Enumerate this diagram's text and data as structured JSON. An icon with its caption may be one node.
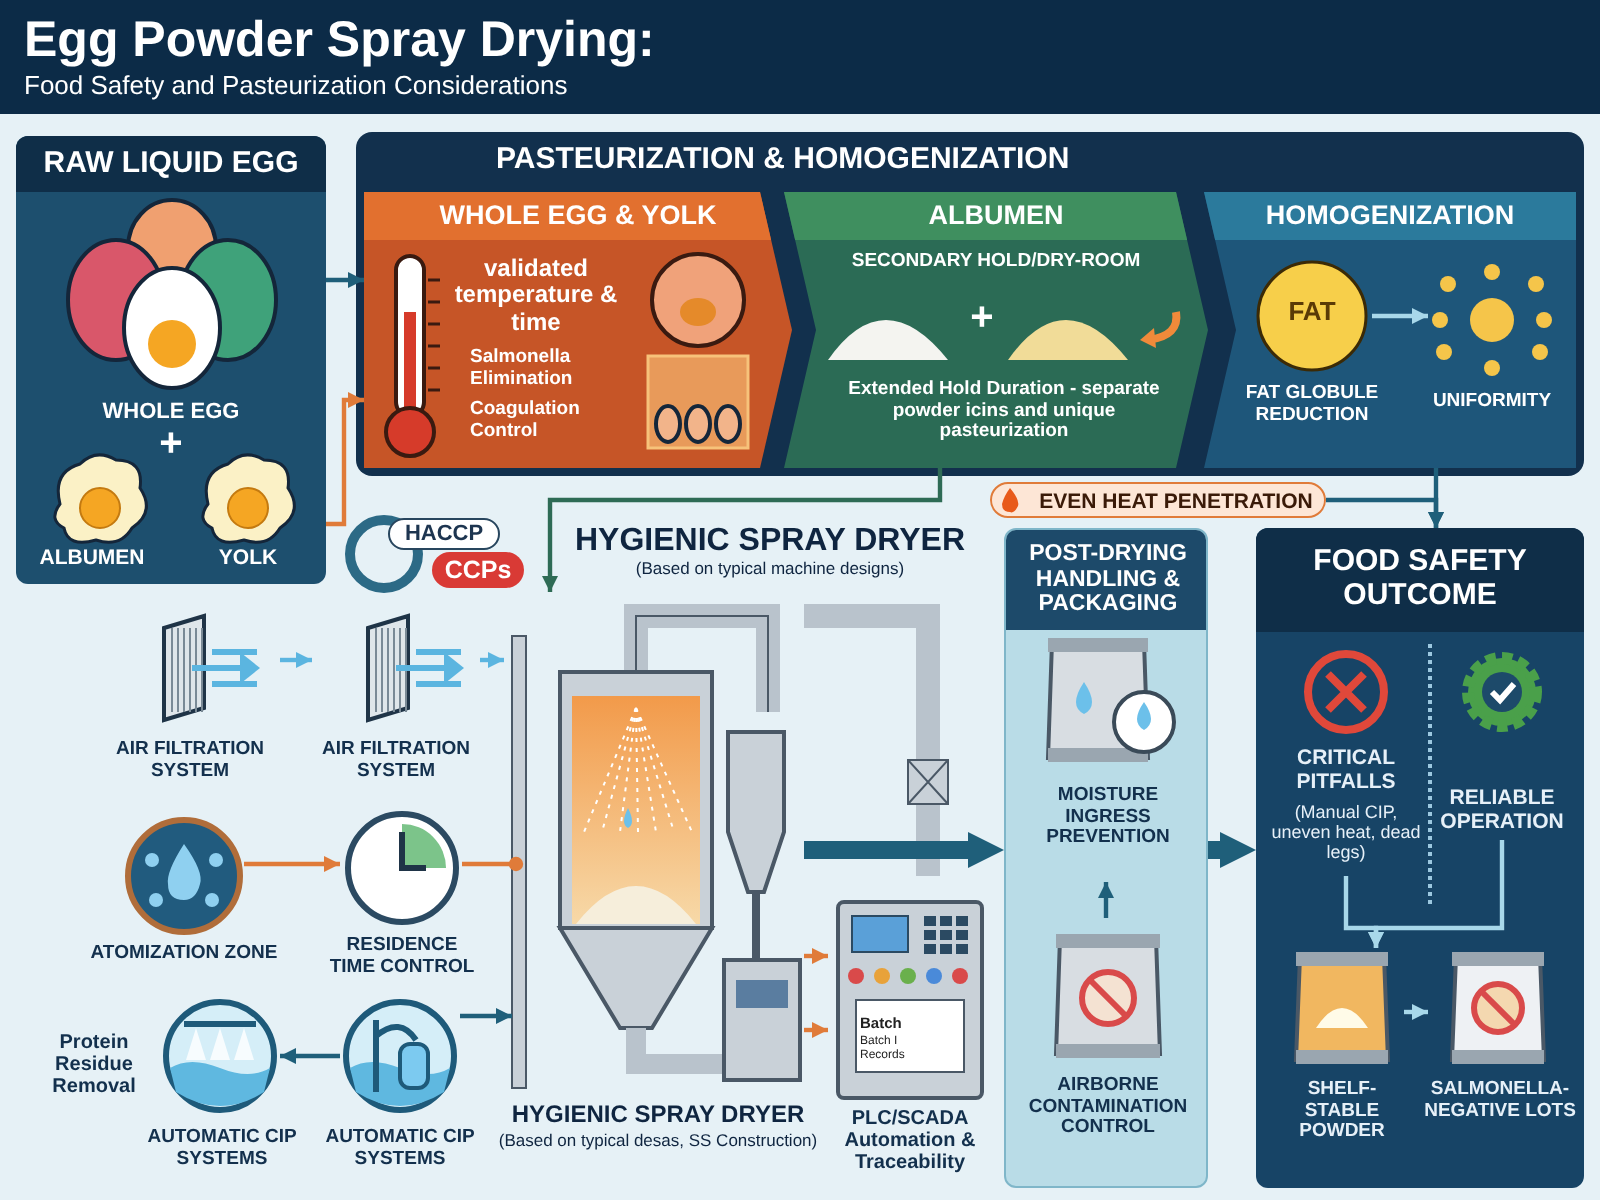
{
  "diagram": {
    "title": "Egg Powder Spray Drying:",
    "nodes": [
      {
        "text": [
          "RAW LIQUID EGG",
          "WHOLE EGG",
          "+",
          "ALBUMEN",
          "YOLK"
        ]
      },
      {
        "text": [
          "PASTEURIZATION & HOMOGENIZATION"
        ]
      },
      {
        "text": [
          "WHOLE EGG & YOLK",
          "validated temperature & time",
          "Salmonella Elimination",
          "Coagulation Control"
        ],
        "in": 1
      },
      {
        "text": [
          "ALBUMEN",
          "SECONDARY HOLD/DRY-ROOM",
          "+",
          "Extended Hold Duration - separate powder icins and unique pasteurization"
        ],
        "in": 1
      },
      {
        "text": [
          "HOMOGENIZATION"
        ],
        "in": 1
      },
      {
        "text": [
          "FAT",
          "FAT GLOBULE REDUCTION"
        ],
        "in": 4
      },
      {
        "text": [
          "UNIFORMITY"
        ],
        "in": 4
      },
      {
        "text": [
          "EVEN HEAT PENETRATION"
        ]
      },
      {
        "text": [
          "HACCP",
          "CCPs"
        ]
      },
      {
        "text": [
          "AIR FILTRATION SYSTEM"
        ]
      },
      {
        "text": [
          "AIR FILTRATION SYSTEM"
        ]
      },
      {
        "text": [
          "ATOMIZATION ZONE"
        ]
      },
      {
        "text": [
          "RESIDENCE TIME CONTROL"
        ]
      },
      {
        "text": [
          "Protein Residue Removal",
          "AUTOMATIC CIP SYSTEMS"
        ]
      },
      {
        "text": [
          "AUTOMATIC CIP SYSTEMS"
        ]
      },
      {
        "text": [],
        "shape": "picture"
      },
      {
        "text": [
          "Batch",
          "Batch I Records",
          "PLC/SCADA Automation & Traceability"
        ]
      },
      {
        "text": [
          "POST-DRYING HANDLING & PACKAGING"
        ]
      },
      {
        "text": [
          "MOISTURE INGRESS PREVENTION"
        ],
        "in": 17
      },
      {
        "text": [
          "AIRBORNE CONTAMINATION CONTROL"
        ],
        "in": 17
      },
      {
        "text": [
          "FOOD SAFETY OUTCOME"
        ]
      },
      {
        "text": [
          "CRITICAL PITFALLS",
          "(Manual CIP, uneven heat, dead legs)"
        ],
        "in": 20
      },
      {
        "text": [
          "RELIABLE OPERATION"
        ],
        "in": 20
      },
      {
        "text": [
          "SHELF-STABLE POWDER"
        ],
        "in": 20
      },
      {
        "text": [
          "SALMONELLA-NEGATIVE LOTS"
        ],
        "in": 20
      }
    ],
    "edges": [
      {
        "from": 0,
        "to": 2,
        "arrow": "to"
      },
      {
        "from": 0,
        "to": 2,
        "arrow": "to",
        "color": "#e07b39"
      },
      {
        "from": 5,
        "to": 6,
        "arrow": "to",
        "color": "#a8d8ea"
      },
      {
        "from": 3,
        "to": 15,
        "arrow": "to",
        "color": "#2e6b55"
      },
      {
        "from": 4,
        "to": 20,
        "arrow": "to"
      },
      {
        "from": 7,
        "to": 20,
        "arrow": "to"
      },
      {
        "from": 9,
        "to": 10,
        "arrow": "to",
        "color": "#5bb5e0"
      },
      {
        "from": 10,
        "to": 15,
        "arrow": "to",
        "color": "#5bb5e0"
      },
      {
        "from": 11,
        "to": 12,
        "arrow": "to",
        "color": "#e07b39"
      },
      {
        "from": 12,
        "to": 15,
        "arrow": "other",
        "color": "#e07b39"
      },
      {
        "from": 14,
        "to": 13,
        "arrow": "to"
      },
      {
        "from": 14,
        "to": 15,
        "arrow": "to"
      },
      {
        "from": 15,
        "to": 16,
        "arrow": "to",
        "color": "#e07b39"
      },
      {
        "from": 15,
        "to": 16,
        "arrow": "to",
        "color": "#e07b39"
      },
      {
        "from": 15,
        "to": 17,
        "arrow": "to",
        "style": "thick"
      },
      {
        "from": 19,
        "to": 18,
        "arrow": "to"
      },
      {
        "from": 17,
        "to": 20,
        "arrow": "to",
        "style": "thick"
      },
      {
        "from": 21,
        "to": 23,
        "arrow": "to",
        "color": "#a8d8ea"
      },
      {
        "from": 22,
        "to": 23,
        "arrow": "to",
        "color": "#a8d8ea"
      },
      {
        "from": 23,
        "to": 24,
        "arrow": "to",
        "color": "#a8d8ea"
      }
    ],
    "labels": [
      "Food Safety and Pasteurization Considerations",
      "HYGIENIC SPRAY DRYER",
      "(Based on typical machine designs)",
      "HYGIENIC SPRAY DRYER",
      "(Based on typical desas, SS Construction)"
    ]
  }
}
